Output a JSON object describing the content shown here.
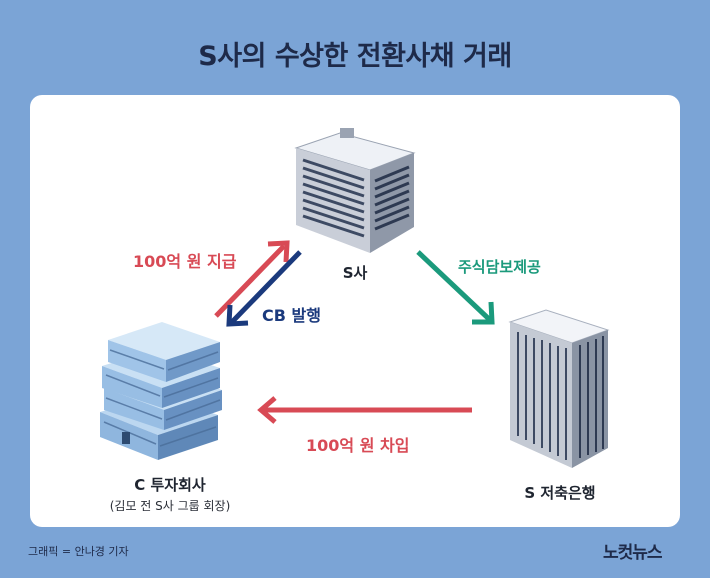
{
  "title": "S사의 수상한 전환사채 거래",
  "nodes": {
    "company_s": {
      "label": "S사"
    },
    "company_c": {
      "label": "C 투자회사",
      "sublabel": "(김모 전 S사 그룹 회장)"
    },
    "bank_s": {
      "label": "S 저축은행"
    }
  },
  "edges": {
    "payment": "100억 원 지급",
    "cb_issue": "CB 발행",
    "stock_collateral": "주식담보제공",
    "loan": "100억 원 차입"
  },
  "colors": {
    "background": "#7ba4d6",
    "red_arrow": "#d84a55",
    "blue_arrow": "#1b3a7d",
    "green_arrow": "#1b9a7c"
  },
  "footer": {
    "credit": "그래픽 = 안나경 기자",
    "brand": "노컷뉴스"
  }
}
